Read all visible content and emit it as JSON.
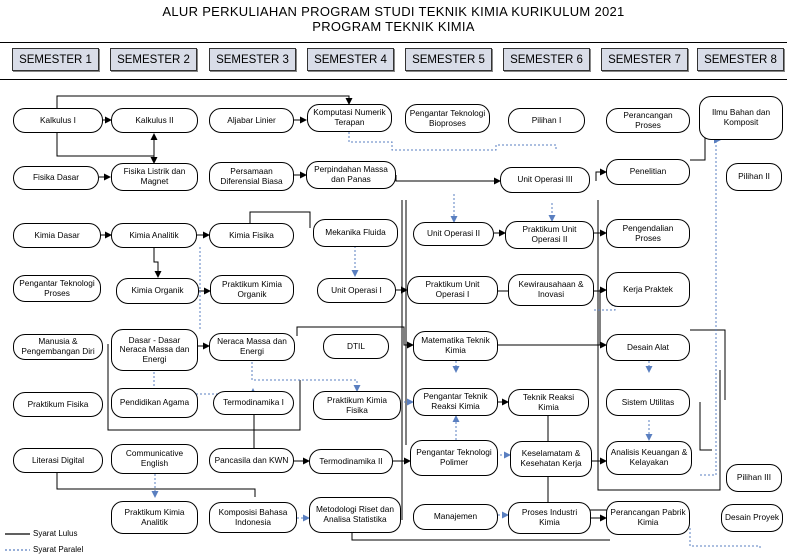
{
  "title_line1": "ALUR PERKULIAHAN PROGRAM STUDI TEKNIK KIMIA KURIKULUM 2021",
  "title_line2": "PROGRAM TEKNIK KIMIA",
  "semesters": [
    "SEMESTER 1",
    "SEMESTER 2",
    "SEMESTER 3",
    "SEMESTER 4",
    "SEMESTER 5",
    "SEMESTER 6",
    "SEMESTER 7",
    "SEMESTER 8"
  ],
  "courses": {
    "kalkulus1": "Kalkulus I",
    "fisika_dasar": "Fisika Dasar",
    "kimia_dasar": "Kimia Dasar",
    "pengantar_tek_proses": "Pengantar Teknologi Proses",
    "manusia": "Manusia & Pengembangan Diri",
    "praktikum_fisika": "Praktikum Fisika",
    "literasi_digital": "Literasi Digital",
    "kalkulus2": "Kalkulus II",
    "fisika_listrik": "Fisika Listrik dan Magnet",
    "kimia_analitik": "Kimia Analitik",
    "kimia_organik": "Kimia Organik",
    "dasar_nme": "Dasar - Dasar Neraca Massa dan Energi",
    "pendidikan_agama": "Pendidikan Agama",
    "communicative_english": "Communicative English",
    "prak_kimia_analitik": "Praktikum Kimia Analitik",
    "aljabar_linier": "Aljabar Linier",
    "pdb": "Persamaan Diferensial Biasa",
    "kimia_fisika": "Kimia Fisika",
    "prak_kimia_organik": "Praktikum Kimia Organik",
    "neraca_massa": "Neraca Massa dan Energi",
    "termo1": "Termodinamika I",
    "pancasila": "Pancasila dan KWN",
    "komposisi_bahasa": "Komposisi Bahasa Indonesia",
    "komputasi_numerik": "Komputasi Numerik Terapan",
    "perpindahan_massa": "Perpindahan Massa dan Panas",
    "mekanika_fluida": "Mekanika Fluida",
    "unit_operasi1": "Unit Operasi I",
    "dtil": "DTIL",
    "prak_kimia_fisika": "Praktikum Kimia Fisika",
    "termo2": "Termodinamika II",
    "metodologi_riset": "Metodologi Riset dan Analisa Statistika",
    "pengantar_bioproses": "Pengantar Teknologi Bioproses",
    "unit_operasi2": "Unit Operasi II",
    "prak_unit_operasi1": "Praktikum Unit Operasi I",
    "matematika_tk": "Matematika Teknik Kimia",
    "pengantar_tk_reaksi": "Pengantar Teknik Reaksi Kimia",
    "pengantar_polimer": "Pengantar Teknologi Polimer",
    "manajemen": "Manajemen",
    "pilihan1": "Pilihan I",
    "unit_operasi3": "Unit Operasi III",
    "prak_unit_operasi2": "Praktikum Unit Operasi II",
    "kewirausahaan": "Kewirausahaan & Inovasi",
    "teknik_reaksi": "Teknik Reaksi Kimia",
    "k3": "Keselamatam & Kesehatan Kerja",
    "proses_industri": "Proses Industri Kimia",
    "perancangan_proses": "Perancangan Proses",
    "penelitian": "Penelitian",
    "pengendalian_proses": "Pengendalian Proses",
    "kerja_praktek": "Kerja Praktek",
    "desain_alat": "Desain Alat",
    "sistem_utilitas": "Sistem Utilitas",
    "analisis_keuangan": "Analisis Keuangan & Kelayakan",
    "perancangan_pabrik": "Perancangan Pabrik Kimia",
    "ilmu_bahan": "Ilmu Bahan dan Komposit",
    "pilihan2": "Pilihan II",
    "pilihan3": "Pilihan III",
    "desain_proyek": "Desain Proyek"
  },
  "legend": {
    "lulus": "Syarat Lulus",
    "paralel": "Syarat Paralel",
    "lulus_color": "#000000",
    "paralel_color": "#5a7fc0"
  }
}
